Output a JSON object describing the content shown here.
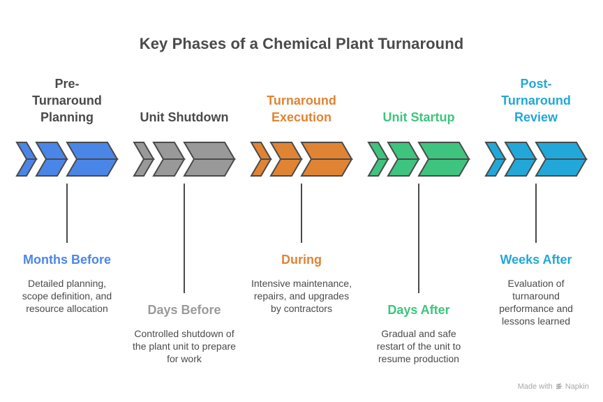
{
  "title": "Key Phases of a Chemical Plant Turnaround",
  "colors": {
    "text_dark": "#4a4a4a",
    "outline": "#4a4a4a"
  },
  "phases": [
    {
      "name_lines": [
        "Pre-",
        "Turnaround",
        "Planning"
      ],
      "color": "#4a86e8",
      "name_color": "#4a4a4a",
      "timing": "Months Before",
      "description": "Detailed planning, scope definition, and resource allocation",
      "position": "upper"
    },
    {
      "name_lines": [
        "Unit Shutdown"
      ],
      "color": "#999999",
      "name_color": "#4a4a4a",
      "timing": "Days Before",
      "description": "Controlled shutdown of the plant unit to prepare for work",
      "position": "lower"
    },
    {
      "name_lines": [
        "Turnaround",
        "Execution"
      ],
      "color": "#e08434",
      "name_color": "#e08434",
      "timing": "During",
      "description": "Intensive maintenance, repairs, and upgrades by contractors",
      "position": "upper"
    },
    {
      "name_lines": [
        "Unit Startup"
      ],
      "color": "#3ec47e",
      "name_color": "#3ec47e",
      "timing": "Days After",
      "description": "Gradual and safe restart of the unit to resume production",
      "position": "lower"
    },
    {
      "name_lines": [
        "Post-",
        "Turnaround",
        "Review"
      ],
      "color": "#22a8d8",
      "name_color": "#22a8d8",
      "timing": "Weeks After",
      "description": "Evaluation of turnaround performance and lessons learned",
      "position": "upper"
    }
  ],
  "footer": {
    "made_with": "Made with",
    "brand": "Napkin",
    "icon": "napkin-logo-icon"
  }
}
